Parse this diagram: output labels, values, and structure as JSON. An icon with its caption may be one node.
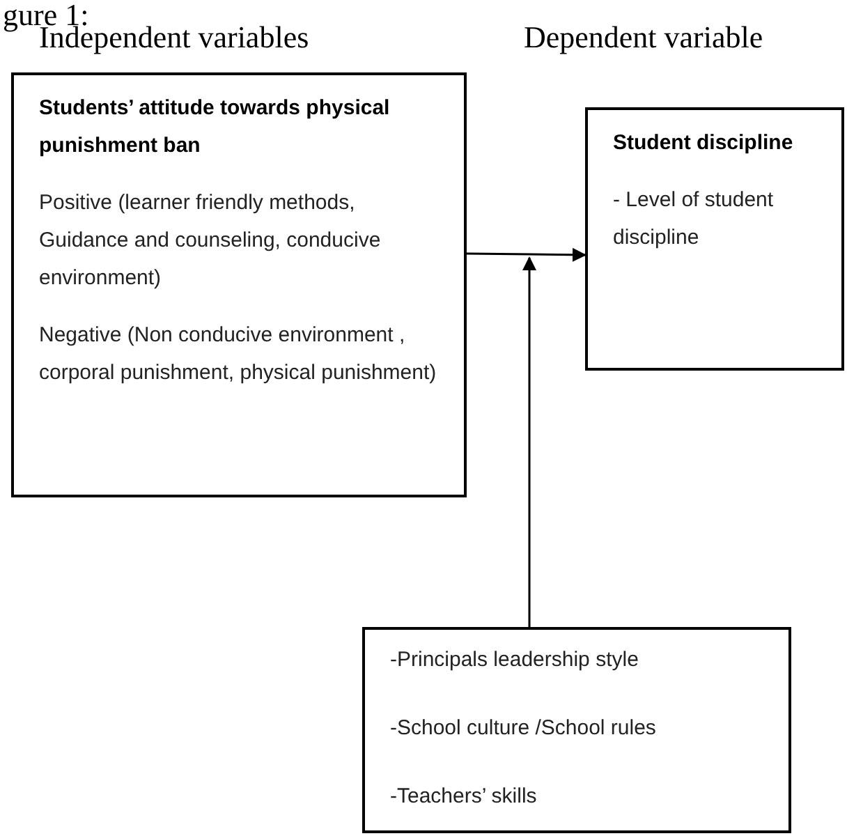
{
  "diagram": {
    "nodes": [
      {
        "text": [
          "Students’ attitude towards physical punishment ban",
          "Positive (learner friendly methods, Guidance and counseling, conducive environment)",
          "Negative (Non conducive environment , corporal punishment, physical punishment)"
        ]
      },
      {
        "text": [
          "Student discipline",
          "- Level of student discipline"
        ]
      },
      {
        "text": [
          "-Principals leadership style",
          "-School culture /School rules",
          "-Teachers’ skills"
        ]
      }
    ],
    "edges": [
      {
        "from": 0,
        "to": 1,
        "arrow": "to"
      },
      {
        "from": 2,
        "to": null,
        "arrow": "to"
      }
    ],
    "labels": [
      "gure 1:",
      "Independent variables",
      "Dependent variable"
    ]
  }
}
